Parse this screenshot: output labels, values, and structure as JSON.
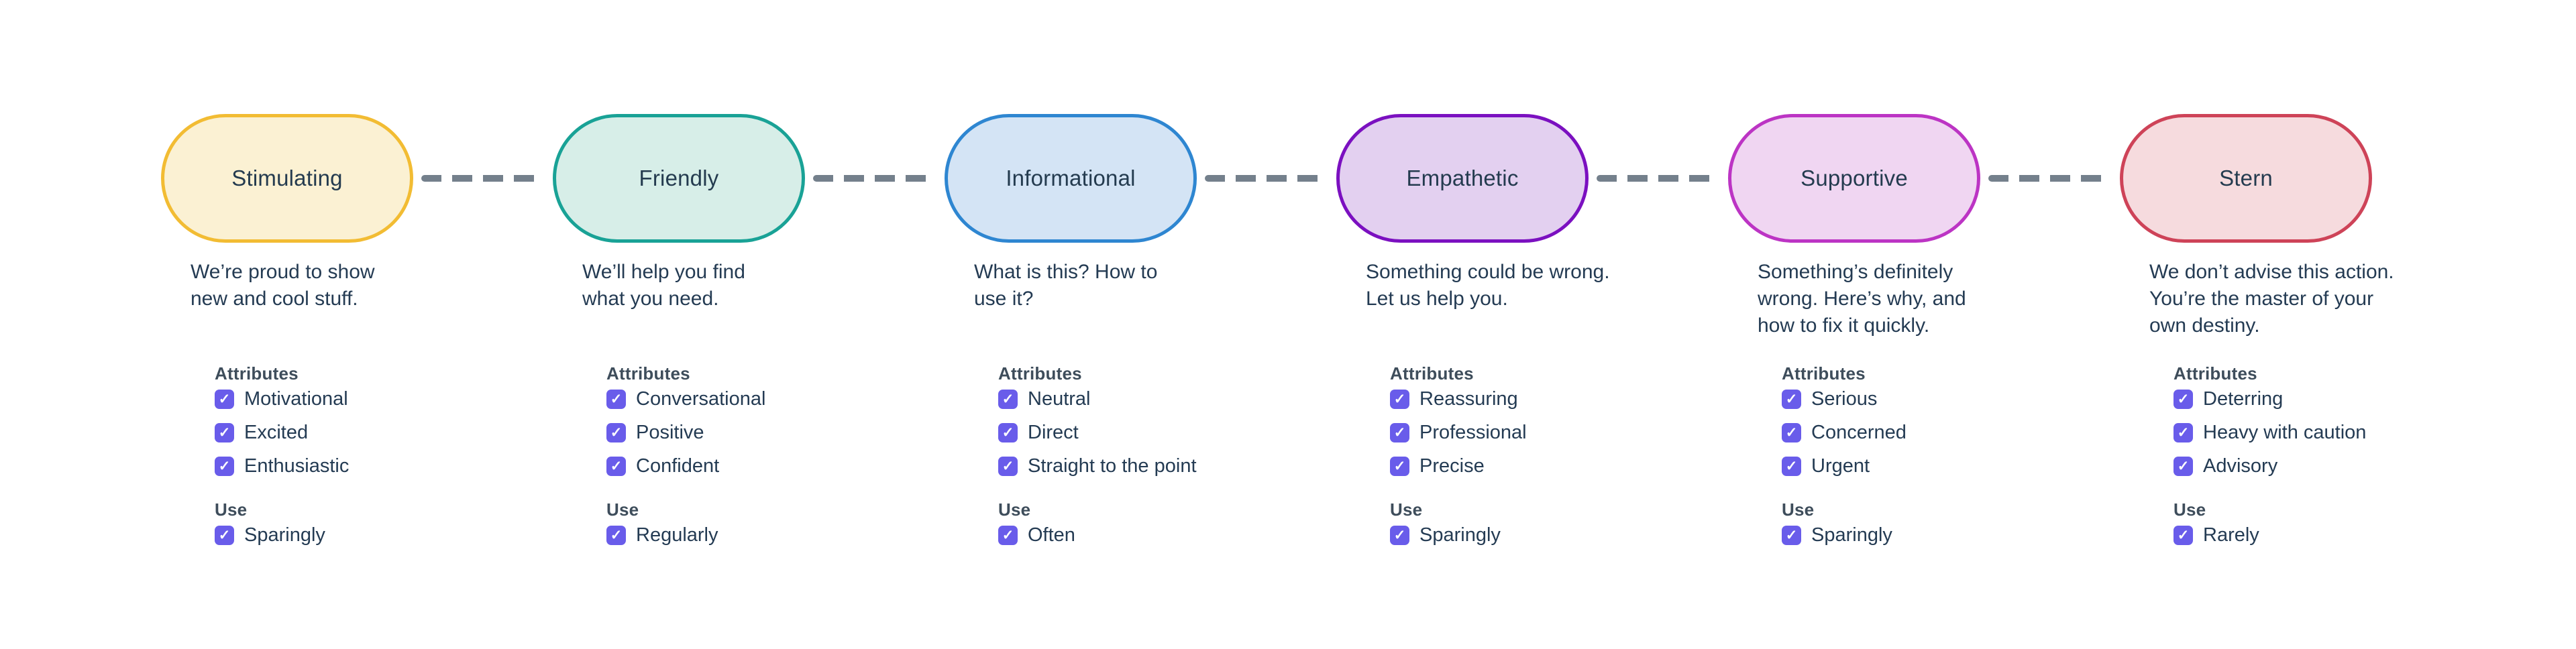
{
  "palette": {
    "background": "#ffffff",
    "checkbox": "#695cea",
    "connector": "#74808c",
    "text": "#243b53",
    "heading_text": "#3e4d5b"
  },
  "icons": {
    "checkbox_check": "✓"
  },
  "tones": [
    {
      "name": "Stimulating",
      "border_color": "#f2bc33",
      "fill_color": "#fbf1d3",
      "description": "We’re proud to show\nnew and cool stuff.",
      "attributes_title": "Attributes",
      "attributes": [
        "Motivational",
        "Excited",
        "Enthusiastic"
      ],
      "use_title": "Use",
      "use_frequency": "Sparingly"
    },
    {
      "name": "Friendly",
      "border_color": "#19a296",
      "fill_color": "#d7eee8",
      "description": "We’ll help you find\nwhat you need.",
      "attributes_title": "Attributes",
      "attributes": [
        "Conversational",
        "Positive",
        "Confident"
      ],
      "use_title": "Use",
      "use_frequency": "Regularly"
    },
    {
      "name": "Informational",
      "border_color": "#2e86d1",
      "fill_color": "#d4e4f5",
      "description": "What is this? How to\nuse it?",
      "attributes_title": "Attributes",
      "attributes": [
        "Neutral",
        "Direct",
        "Straight to the point"
      ],
      "use_title": "Use",
      "use_frequency": "Often"
    },
    {
      "name": "Empathetic",
      "border_color": "#7b10c0",
      "fill_color": "#e3d0f0",
      "description": "Something could be wrong.\nLet us help you.",
      "attributes_title": "Attributes",
      "attributes": [
        "Reassuring",
        "Professional",
        "Precise"
      ],
      "use_title": "Use",
      "use_frequency": "Sparingly"
    },
    {
      "name": "Supportive",
      "border_color": "#bc34c4",
      "fill_color": "#f0d6f2",
      "description": "Something’s definitely\nwrong. Here’s why, and\nhow to fix it quickly.",
      "attributes_title": "Attributes",
      "attributes": [
        "Serious",
        "Concerned",
        "Urgent"
      ],
      "use_title": "Use",
      "use_frequency": "Sparingly"
    },
    {
      "name": "Stern",
      "border_color": "#ce4358",
      "fill_color": "#f6dbde",
      "description": "We don’t advise this action.\nYou’re the master of your\nown destiny.",
      "attributes_title": "Attributes",
      "attributes": [
        "Deterring",
        "Heavy with caution",
        "Advisory"
      ],
      "use_title": "Use",
      "use_frequency": "Rarely"
    }
  ]
}
